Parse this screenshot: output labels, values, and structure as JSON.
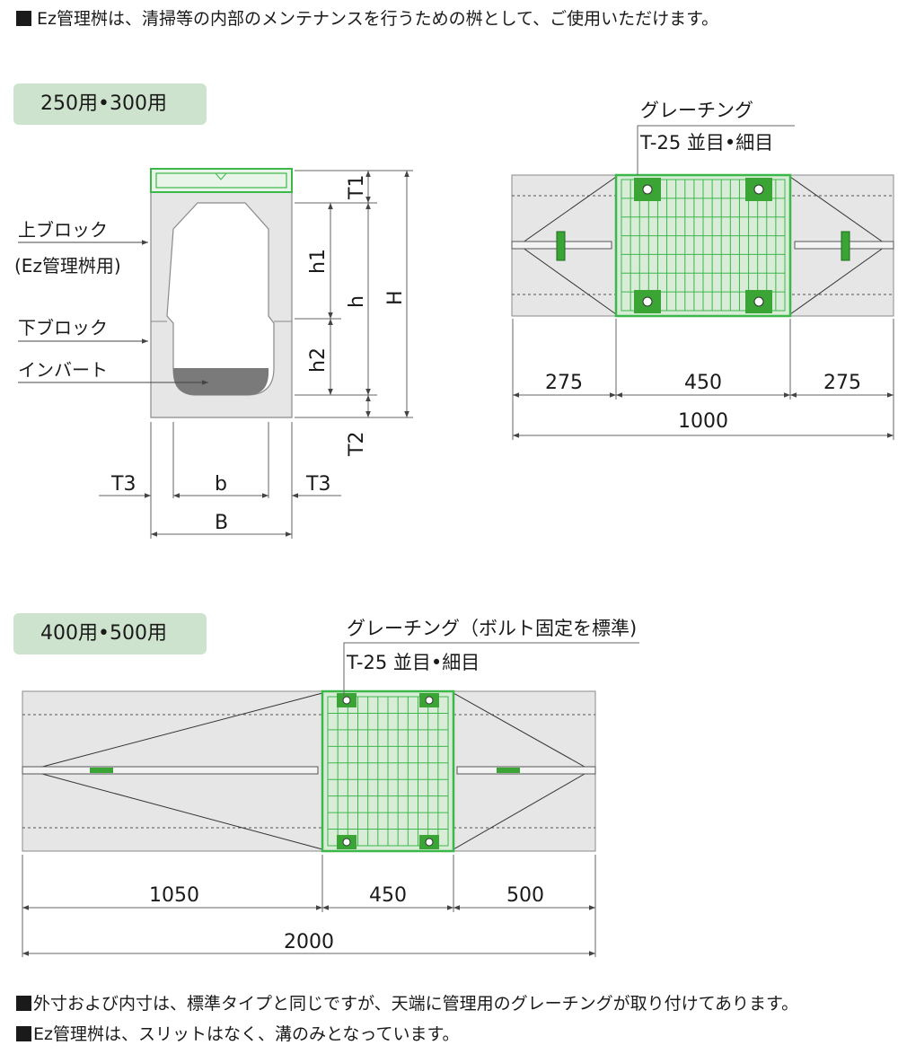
{
  "intro": "Ez管理桝は、清掃等の内部のメンテナンスを行うための桝として、ご使用いただけます。",
  "section1": {
    "tag": "250用•300用",
    "labels": {
      "upper_block": "上ブロック",
      "upper_block_note": "(Ez管理桝用)",
      "lower_block": "下ブロック",
      "invert": "インバート"
    },
    "dims": {
      "T1": "T1",
      "h1": "h1",
      "h": "h",
      "H": "H",
      "h2": "h2",
      "T2": "T2",
      "T3": "T3",
      "b": "b",
      "B": "B"
    },
    "plan": {
      "grating_title": "グレーチング",
      "grating_spec": "T-25 並目•細目",
      "dim_left": "275",
      "dim_center": "450",
      "dim_right": "275",
      "dim_total": "1000"
    }
  },
  "section2": {
    "tag": "400用•500用",
    "grating_title": "グレーチング（ボルト固定を標準)",
    "grating_spec": "T-25 並目•細目",
    "dim_left": "1050",
    "dim_center": "450",
    "dim_right": "500",
    "dim_total": "2000"
  },
  "footnotes": [
    "外寸および内寸は、標準タイプと同じですが、天端に管理用のグレーチングが取り付けてあります。",
    "Ez管理桝は、スリットはなく、溝のみとなっています。"
  ],
  "colors": {
    "green": "#3cb84a",
    "pad_green": "#3aa535",
    "tag_bg": "#cde3cd",
    "concrete": "#e6e6e6",
    "invert": "#7a7a7a"
  }
}
